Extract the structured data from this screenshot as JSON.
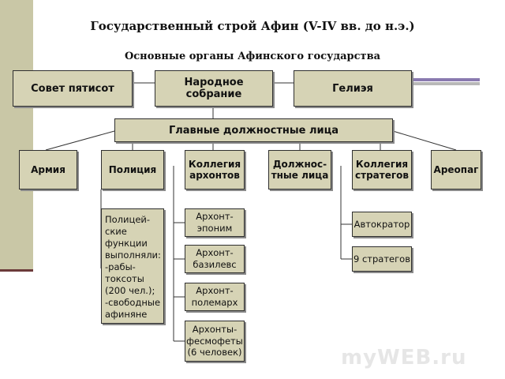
{
  "title": "Государственный строй Афин (V-IV вв. до н.э.)",
  "subtitle": "Основные органы Афинского государства",
  "top_row": {
    "council": "Совет пятисот",
    "assembly": "Народное собрание",
    "heliaea": "Гелиэя"
  },
  "officials": "Главные должностные лица",
  "branches": {
    "army": "Армия",
    "police": "Полиция",
    "archons_college": "Коллегия архонтов",
    "officials_other": "Должнос-тные лица",
    "strategoi_college": "Коллегия стратегов",
    "areopagus": "Ареопаг"
  },
  "police_note": "Полицей-\nские\nфункции\nвыполняли:\n-рабы-\nтоксоты\n(200 чел.);\n-свободные\nафиняне",
  "archons": [
    "Архонт-эпоним",
    "Архонт-базилевс",
    "Архонт-полемарх",
    "Архонты-фесмофеты (6 человек)"
  ],
  "strategoi": [
    "Автократор",
    "9 стратегов"
  ],
  "watermark": "myWEB.ru",
  "colors": {
    "band": "#c9c7a6",
    "box_fill": "#d6d3b5",
    "deco_purple": "#8a7ab0",
    "deco_gray": "#b8b8b8"
  }
}
